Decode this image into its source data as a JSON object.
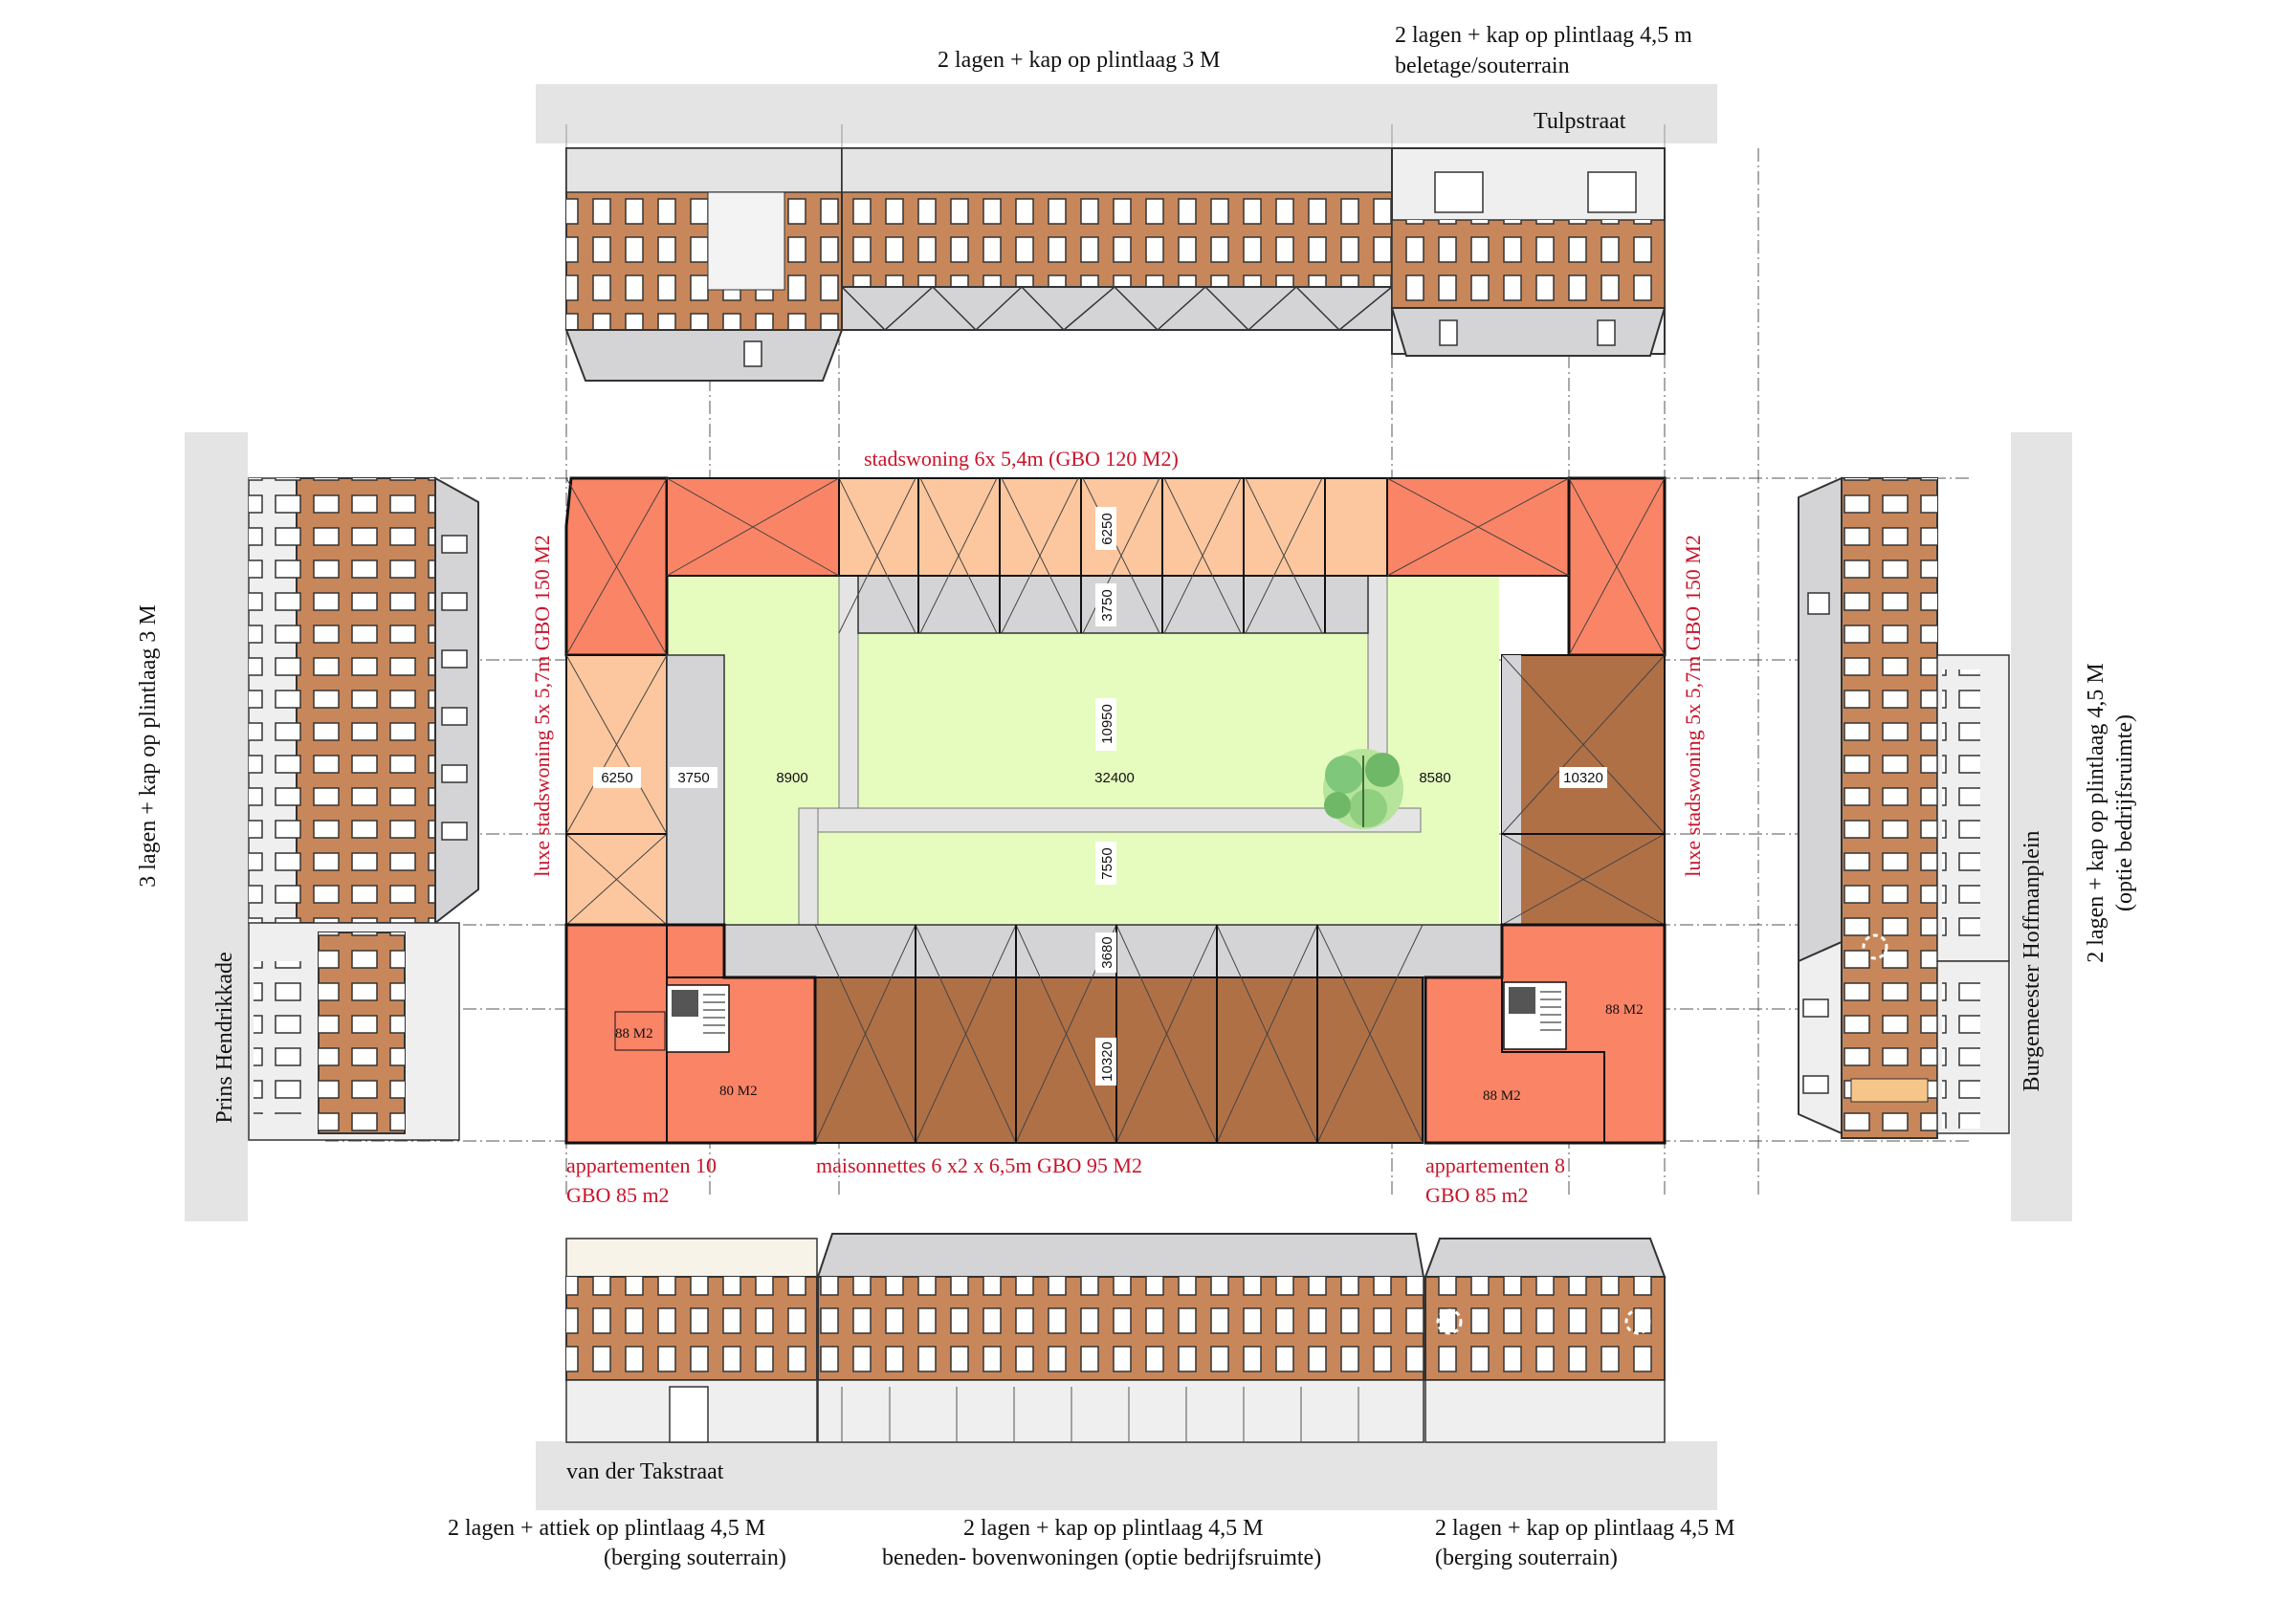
{
  "colors": {
    "brick": "#c8875a",
    "brick_dark": "#b07046",
    "salmon": "#fa8466",
    "light_salmon": "#fcc79e",
    "court": "#e6fcbf",
    "grey_band": "#d4d4d6",
    "light_grey": "#efefef",
    "red_text": "#c8142b"
  },
  "streets": {
    "top": "Tulpstraat",
    "bottom": "van der Takstraat",
    "left": "Prins Hendrikkade",
    "right": "Burgemeester Hoffmanplein"
  },
  "elevation_notes": {
    "top_main": "2 lagen + kap op plintlaag 3 M",
    "top_right_line1": "2 lagen + kap op plintlaag 4,5 m",
    "top_right_line2": "beletage/souterrain",
    "left": "3 lagen + kap op plintlaag 3 M",
    "right_line1": "2 lagen + kap op plintlaag 4,5 M",
    "right_line2": "(optie bedrijfsruimte)",
    "bottom_left_line1": "2 lagen + attiek op plintlaag 4,5 M",
    "bottom_left_line2": "(berging souterrain)",
    "bottom_mid_line1": "2 lagen + kap op plintlaag 4,5 M",
    "bottom_mid_line2": "beneden- bovenwoningen (optie bedrijfsruimte)",
    "bottom_right_line1": "2 lagen + kap op plintlaag 4,5 M",
    "bottom_right_line2": "(berging souterrain)"
  },
  "program_labels": {
    "top": "stadswoning 6x 5,4m (GBO 120 M2)",
    "left_vertical": "luxe stadswoning 5x 5,7m GBO 150 M2",
    "right_vertical": "luxe stadswoning 5x 5,7m GBO 150 M2",
    "bottom_left_line1": "appartementen 10",
    "bottom_left_line2": "GBO 85 m2",
    "bottom_mid": "maisonnettes 6 x2 x 6,5m GBO 95 M2",
    "bottom_right_line1": "appartementen 8",
    "bottom_right_line2": "GBO 85 m2"
  },
  "unit_areas": {
    "bl_small": "88 M2",
    "bl_large": "80 M2",
    "br_upper": "88 M2",
    "br_lower": "88 M2"
  },
  "dimensions": {
    "d6250_top": "6250",
    "d3750_top": "3750",
    "d10950": "10950",
    "d7550": "7550",
    "d3680": "3680",
    "d10320_bottom": "10320",
    "d6250_left": "6250",
    "d3750_left": "3750",
    "d8900": "8900",
    "d32400": "32400",
    "d8580": "8580",
    "d10320_right": "10320"
  }
}
